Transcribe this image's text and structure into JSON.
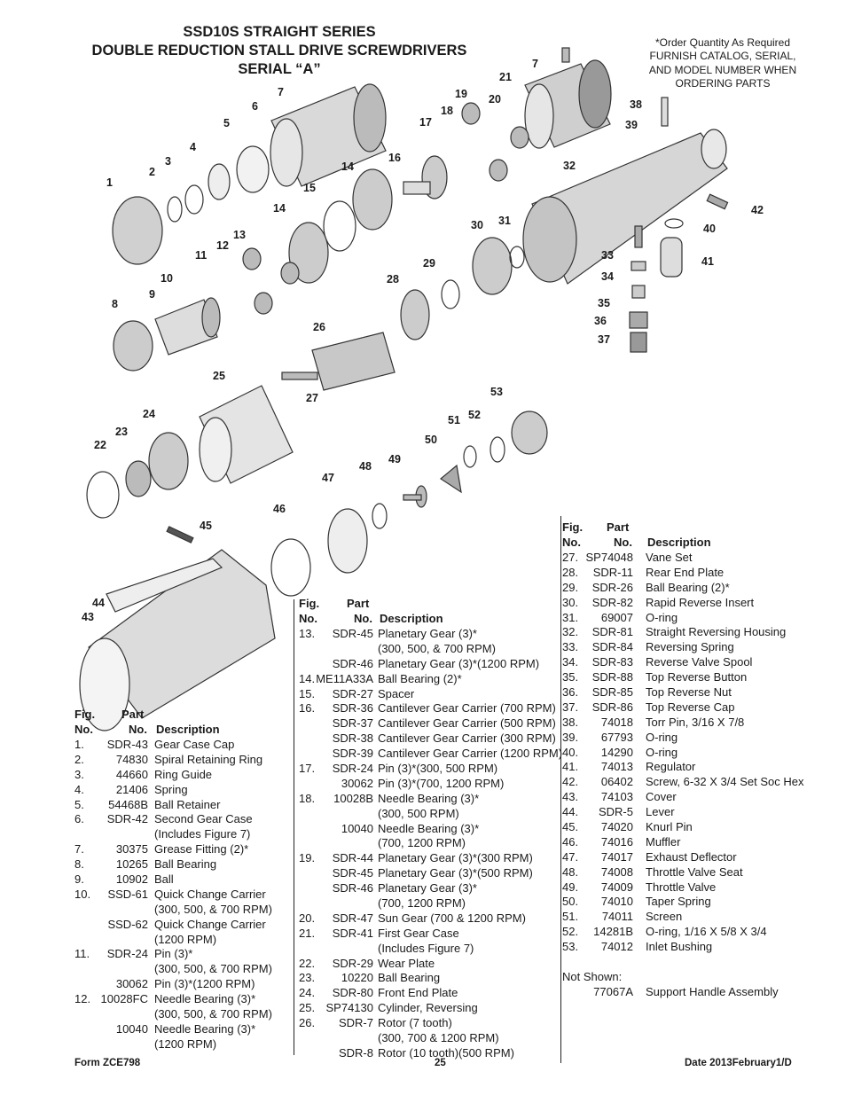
{
  "title": [
    "SSD10S STRAIGHT SERIES",
    "DOUBLE REDUCTION STALL DRIVE SCREWDRIVERS",
    "SERIAL “A”"
  ],
  "note": [
    "*Order Quantity As Required",
    "FURNISH CATALOG, SERIAL,",
    "AND MODEL NUMBER WHEN",
    "ORDERING PARTS"
  ],
  "callouts": [
    "1",
    "2",
    "3",
    "4",
    "5",
    "6",
    "7",
    "7",
    "8",
    "9",
    "10",
    "11",
    "12",
    "13",
    "14",
    "14",
    "15",
    "16",
    "17",
    "18",
    "19",
    "20",
    "21",
    "22",
    "23",
    "24",
    "25",
    "26",
    "27",
    "28",
    "29",
    "30",
    "31",
    "32",
    "33",
    "34",
    "35",
    "36",
    "37",
    "38",
    "39",
    "40",
    "41",
    "42",
    "43",
    "44",
    "45",
    "46",
    "47",
    "48",
    "49",
    "50",
    "51",
    "52",
    "53"
  ],
  "header": {
    "fig": "Fig.",
    "no": "No.",
    "part": "Part",
    "partno": "No.",
    "desc": "Description"
  },
  "col1": [
    {
      "fig": "1.",
      "part": "SDR-43",
      "desc": "Gear Case Cap"
    },
    {
      "fig": "2.",
      "part": "74830",
      "desc": "Spiral Retaining Ring"
    },
    {
      "fig": "3.",
      "part": "44660",
      "desc": "Ring Guide"
    },
    {
      "fig": "4.",
      "part": "21406",
      "desc": "Spring"
    },
    {
      "fig": "5.",
      "part": "54468B",
      "desc": "Ball Retainer"
    },
    {
      "fig": "6.",
      "part": "SDR-42",
      "desc": "Second Gear Case"
    },
    {
      "fig": "",
      "part": "",
      "desc": " (Includes Figure 7)"
    },
    {
      "fig": "7.",
      "part": "30375",
      "desc": "Grease Fitting (2)*"
    },
    {
      "fig": "8.",
      "part": "10265",
      "desc": "Ball Bearing"
    },
    {
      "fig": "9.",
      "part": "10902",
      "desc": "Ball"
    },
    {
      "fig": "10.",
      "part": "SSD-61",
      "desc": "Quick Change Carrier"
    },
    {
      "fig": "",
      "part": "",
      "desc": " (300, 500, & 700 RPM)"
    },
    {
      "fig": "",
      "part": "SSD-62",
      "desc": "Quick Change Carrier"
    },
    {
      "fig": "",
      "part": "",
      "desc": " (1200 RPM)"
    },
    {
      "fig": "11.",
      "part": "SDR-24",
      "desc": "Pin (3)*"
    },
    {
      "fig": "",
      "part": "",
      "desc": " (300, 500, & 700 RPM)"
    },
    {
      "fig": "",
      "part": "30062",
      "desc": "Pin (3)*(1200 RPM)"
    },
    {
      "fig": "12.",
      "part": "10028FC",
      "desc": "Needle Bearing (3)*"
    },
    {
      "fig": "",
      "part": "",
      "desc": " (300, 500, & 700 RPM)"
    },
    {
      "fig": "",
      "part": "10040",
      "desc": "Needle Bearing (3)*"
    },
    {
      "fig": "",
      "part": "",
      "desc": " (1200 RPM)"
    }
  ],
  "col2": [
    {
      "fig": "13.",
      "part": "SDR-45",
      "desc": "Planetary Gear (3)*"
    },
    {
      "fig": "",
      "part": "",
      "desc": " (300, 500, & 700 RPM)"
    },
    {
      "fig": "",
      "part": "SDR-46",
      "desc": "Planetary Gear (3)*(1200 RPM)"
    },
    {
      "fig": "14.",
      "part": "ME11A33A",
      "desc": "Ball Bearing (2)*"
    },
    {
      "fig": "15.",
      "part": "SDR-27",
      "desc": "Spacer"
    },
    {
      "fig": "16.",
      "part": "SDR-36",
      "desc": "Cantilever Gear Carrier (700 RPM)"
    },
    {
      "fig": "",
      "part": "SDR-37",
      "desc": "Cantilever Gear Carrier (500 RPM)"
    },
    {
      "fig": "",
      "part": "SDR-38",
      "desc": "Cantilever Gear Carrier (300 RPM)"
    },
    {
      "fig": "",
      "part": "SDR-39",
      "desc": "Cantilever Gear Carrier (1200 RPM)"
    },
    {
      "fig": "17.",
      "part": "SDR-24",
      "desc": "Pin (3)*(300, 500 RPM)"
    },
    {
      "fig": "",
      "part": "30062",
      "desc": "Pin (3)*(700, 1200 RPM)"
    },
    {
      "fig": "18.",
      "part": "10028B",
      "desc": "Needle Bearing (3)*"
    },
    {
      "fig": "",
      "part": "",
      "desc": " (300, 500 RPM)"
    },
    {
      "fig": "",
      "part": "10040",
      "desc": "Needle Bearing (3)*"
    },
    {
      "fig": "",
      "part": "",
      "desc": " (700, 1200 RPM)"
    },
    {
      "fig": "19.",
      "part": "SDR-44",
      "desc": "Planetary Gear (3)*(300 RPM)"
    },
    {
      "fig": "",
      "part": "SDR-45",
      "desc": "Planetary Gear (3)*(500 RPM)"
    },
    {
      "fig": "",
      "part": "SDR-46",
      "desc": "Planetary Gear (3)*"
    },
    {
      "fig": "",
      "part": "",
      "desc": " (700, 1200 RPM)"
    },
    {
      "fig": "20.",
      "part": "SDR-47",
      "desc": "Sun Gear (700 & 1200 RPM)"
    },
    {
      "fig": "21.",
      "part": "SDR-41",
      "desc": "First Gear Case"
    },
    {
      "fig": "",
      "part": "",
      "desc": " (Includes Figure 7)"
    },
    {
      "fig": "22.",
      "part": "SDR-29",
      "desc": "Wear Plate"
    },
    {
      "fig": "23.",
      "part": "10220",
      "desc": "Ball Bearing"
    },
    {
      "fig": "24.",
      "part": "SDR-80",
      "desc": "Front End Plate"
    },
    {
      "fig": "25.",
      "part": "SP74130",
      "desc": "Cylinder, Reversing"
    },
    {
      "fig": "26.",
      "part": "SDR-7",
      "desc": "Rotor (7 tooth)"
    },
    {
      "fig": "",
      "part": "",
      "desc": " (300, 700 & 1200 RPM)"
    },
    {
      "fig": "",
      "part": "SDR-8",
      "desc": "Rotor (10 tooth)(500 RPM)"
    }
  ],
  "col3": [
    {
      "fig": "27.",
      "part": "SP74048",
      "desc": "Vane Set"
    },
    {
      "fig": "28.",
      "part": "SDR-11",
      "desc": "Rear End Plate"
    },
    {
      "fig": "29.",
      "part": "SDR-26",
      "desc": "Ball Bearing (2)*"
    },
    {
      "fig": "30.",
      "part": "SDR-82",
      "desc": "Rapid Reverse Insert"
    },
    {
      "fig": "31.",
      "part": "69007",
      "desc": "O-ring"
    },
    {
      "fig": "32.",
      "part": "SDR-81",
      "desc": "Straight Reversing Housing"
    },
    {
      "fig": "33.",
      "part": "SDR-84",
      "desc": "Reversing Spring"
    },
    {
      "fig": "34.",
      "part": "SDR-83",
      "desc": "Reverse Valve Spool"
    },
    {
      "fig": "35.",
      "part": "SDR-88",
      "desc": "Top Reverse Button"
    },
    {
      "fig": "36.",
      "part": "SDR-85",
      "desc": "Top Reverse Nut"
    },
    {
      "fig": "37.",
      "part": "SDR-86",
      "desc": "Top Reverse Cap"
    },
    {
      "fig": "38.",
      "part": "74018",
      "desc": "Torr Pin, 3/16 X 7/8"
    },
    {
      "fig": "39.",
      "part": "67793",
      "desc": "O-ring"
    },
    {
      "fig": "40.",
      "part": "14290",
      "desc": "O-ring"
    },
    {
      "fig": "41.",
      "part": "74013",
      "desc": "Regulator"
    },
    {
      "fig": "42.",
      "part": "06402",
      "desc": "Screw, 6-32 X 3/4 Set Soc Hex"
    },
    {
      "fig": "43.",
      "part": "74103",
      "desc": "Cover"
    },
    {
      "fig": "44.",
      "part": "SDR-5",
      "desc": "Lever"
    },
    {
      "fig": "45.",
      "part": "74020",
      "desc": "Knurl Pin"
    },
    {
      "fig": "46.",
      "part": "74016",
      "desc": "Muffler"
    },
    {
      "fig": "47.",
      "part": "74017",
      "desc": "Exhaust Deflector"
    },
    {
      "fig": "48.",
      "part": "74008",
      "desc": "Throttle Valve Seat"
    },
    {
      "fig": "49.",
      "part": "74009",
      "desc": "Throttle Valve"
    },
    {
      "fig": "50.",
      "part": "74010",
      "desc": "Taper Spring"
    },
    {
      "fig": "51.",
      "part": "74011",
      "desc": "Screen"
    },
    {
      "fig": "52.",
      "part": "14281B",
      "desc": "O-ring, 1/16 X 5/8 X 3/4"
    },
    {
      "fig": "53.",
      "part": "74012",
      "desc": "Inlet Bushing"
    },
    {
      "fig": "",
      "part": "",
      "desc": ""
    },
    {
      "fig": "Not Shown:",
      "part": "",
      "desc": ""
    },
    {
      "fig": "",
      "part": "77067A",
      "desc": "Support Handle Assembly"
    }
  ],
  "footer": {
    "form": "Form ZCE798",
    "page": "25",
    "date": "Date 2013February1/D"
  }
}
